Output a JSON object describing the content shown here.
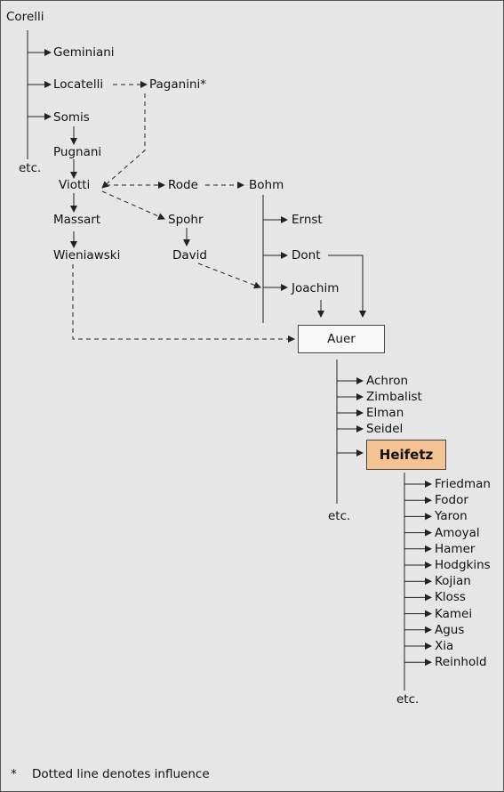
{
  "nodes": {
    "corelli": "Corelli",
    "geminiani": "Geminiani",
    "locatelli": "Locatelli",
    "paganini": "Paganini*",
    "somis": "Somis",
    "pugnani": "Pugnani",
    "etc1": "etc.",
    "viotti": "Viotti",
    "rode": "Rode",
    "bohm": "Bohm",
    "massart": "Massart",
    "spohr": "Spohr",
    "ernst": "Ernst",
    "wieniawski": "Wieniawski",
    "david": "David",
    "dont": "Dont",
    "joachim": "Joachim",
    "auer": "Auer",
    "achron": "Achron",
    "zimbalist": "Zimbalist",
    "elman": "Elman",
    "seidel": "Seidel",
    "heifetz": "Heifetz",
    "etc2": "etc.",
    "heifetz_students": [
      "Friedman",
      "Fodor",
      "Yaron",
      "Amoyal",
      "Hamer",
      "Hodgkins",
      "Kojian",
      "Kloss",
      "Kamei",
      "Agus",
      "Xia",
      "Reinhold"
    ],
    "etc3": "etc."
  },
  "footnote": {
    "marker": "*",
    "text": "Dotted line denotes influence"
  },
  "colors": {
    "background": "#e6e6e6",
    "heifetz_fill": "#f5c393",
    "auer_fill": "#f8f8f8",
    "line": "#222222"
  }
}
